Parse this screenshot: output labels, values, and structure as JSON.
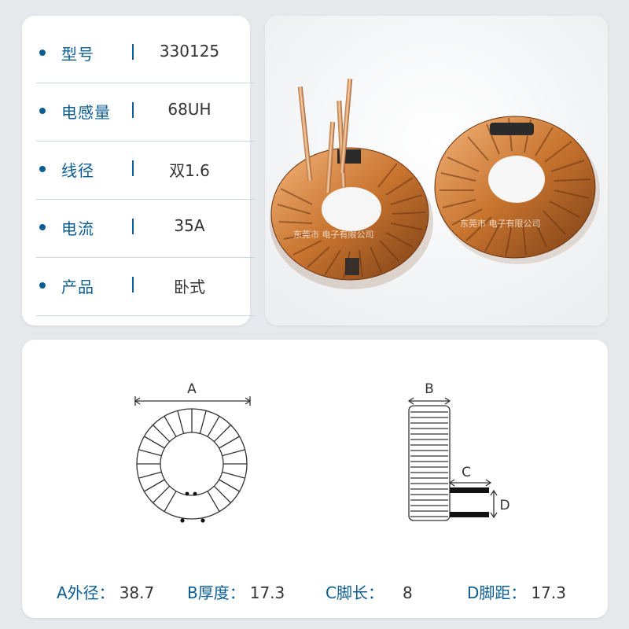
{
  "specs": [
    {
      "label": "型号",
      "value": "330125"
    },
    {
      "label": "电感量",
      "value": "68UH"
    },
    {
      "label": "线径",
      "value": "双1.6"
    },
    {
      "label": "电流",
      "value": "35A"
    },
    {
      "label": "产品",
      "value": "卧式"
    }
  ],
  "photo": {
    "watermark": "东莞市    电子有限公司"
  },
  "diagram": {
    "letter_a": "A",
    "letter_b": "B",
    "letter_c": "C",
    "letter_d": "D"
  },
  "dimensions": [
    {
      "label": "A外径：",
      "value": "38.7"
    },
    {
      "label": "B厚度：",
      "value": "17.3"
    },
    {
      "label": "C脚长：",
      "value": "8"
    },
    {
      "label": "D脚距：",
      "value": "17.3"
    }
  ],
  "colors": {
    "accent": "#0b5d94",
    "copper": "#c8742f",
    "core": "#2b2b2b"
  }
}
